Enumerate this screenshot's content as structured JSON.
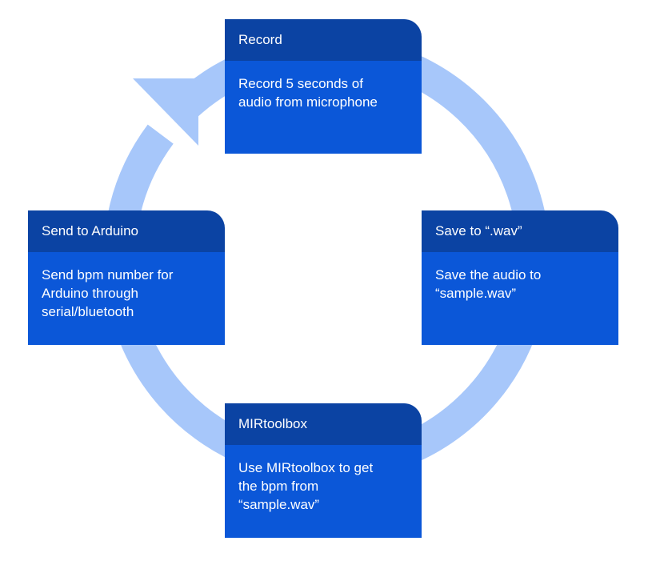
{
  "colors": {
    "ring": "#a7c7fa",
    "header": "#0b43a3",
    "body": "#0b57d8",
    "text": "#ffffff"
  },
  "steps": [
    {
      "title": "Record",
      "lines": [
        "Record 5 seconds of",
        "audio from microphone"
      ]
    },
    {
      "title": "Save to “.wav”",
      "lines": [
        "Save the audio to",
        "“sample.wav”"
      ]
    },
    {
      "title": "MIRtoolbox",
      "lines": [
        "Use MIRtoolbox to get",
        "the bpm from",
        "“sample.wav”"
      ]
    },
    {
      "title": "Send to Arduino",
      "lines": [
        "Send bpm number for",
        "Arduino through",
        "serial/bluetooth"
      ]
    }
  ]
}
